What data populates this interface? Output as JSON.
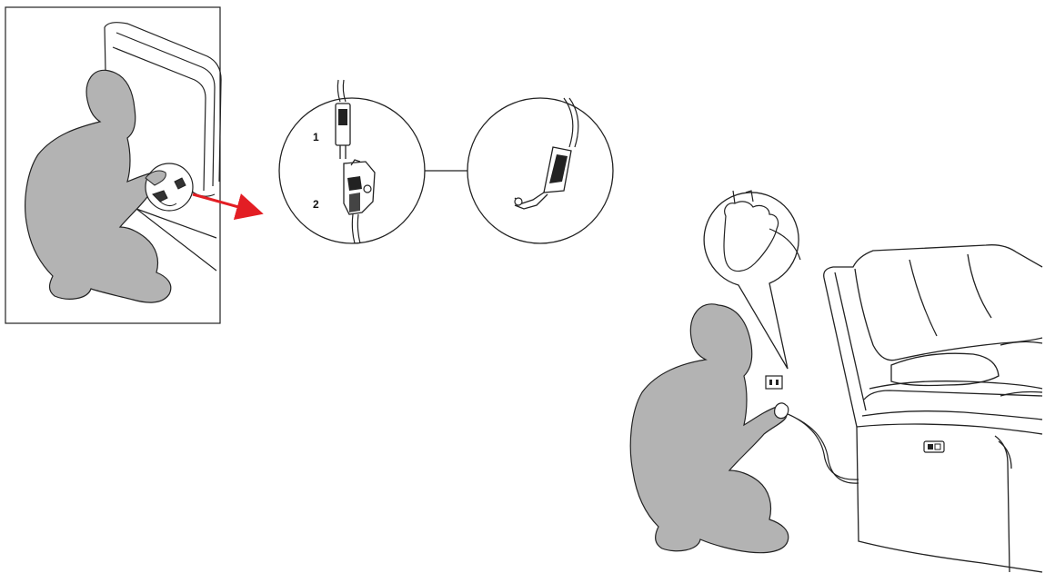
{
  "labels": {
    "part_one": "1",
    "part_two": "2"
  },
  "colors": {
    "silhouette": "#b3b3b3",
    "line": "#1a1a1a",
    "arrow": "#e31e24",
    "background": "#ffffff"
  },
  "panels": [
    {
      "name": "kneeling-person-connecting-cable-panel"
    },
    {
      "name": "connector-parts-detail-circle"
    },
    {
      "name": "connected-plug-detail-circle"
    },
    {
      "name": "plugging-into-wall-outlet-scene"
    }
  ]
}
